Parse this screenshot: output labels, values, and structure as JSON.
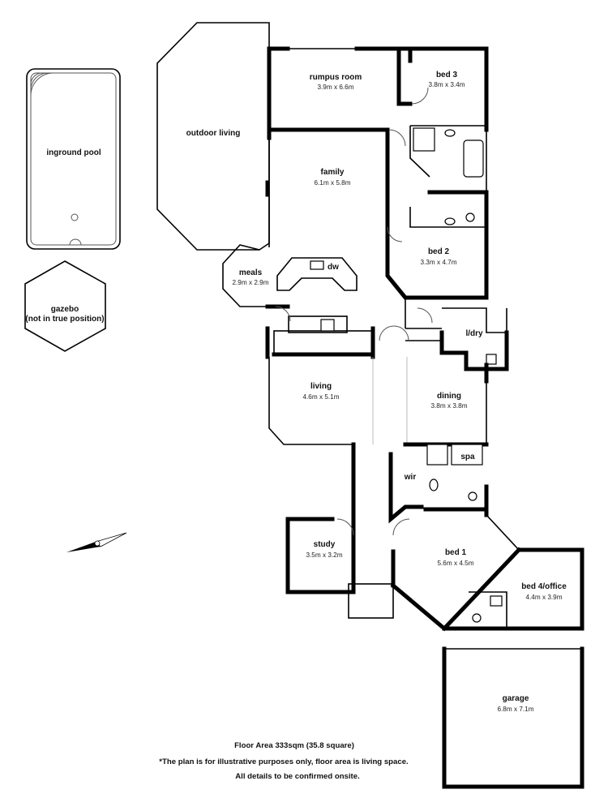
{
  "rooms": {
    "rumpus": {
      "name": "rumpus room",
      "size": "3.9m x 6.6m"
    },
    "bed3": {
      "name": "bed 3",
      "size": "3.8m x 3.4m"
    },
    "outdoor": {
      "name": "outdoor living"
    },
    "family": {
      "name": "family",
      "size": "6.1m x 5.8m"
    },
    "pool": {
      "name": "inground pool"
    },
    "bed2": {
      "name": "bed 2",
      "size": "3.3m x 4.7m"
    },
    "meals": {
      "name": "meals",
      "size": "2.9m x 2.9m"
    },
    "dw": {
      "name": "dw"
    },
    "gazebo": {
      "name": "gazebo",
      "note": "(not in true position)"
    },
    "ldry": {
      "name": "l/dry"
    },
    "living": {
      "name": "living",
      "size": "4.6m x 5.1m"
    },
    "dining": {
      "name": "dining",
      "size": "3.8m x 3.8m"
    },
    "wir": {
      "name": "wir"
    },
    "spa": {
      "name": "spa"
    },
    "study": {
      "name": "study",
      "size": "3.5m x 3.2m"
    },
    "bed1": {
      "name": "bed 1",
      "size": "5.6m x 4.5m"
    },
    "bed4": {
      "name": "bed 4/office",
      "size": "4.4m x 3.9m"
    },
    "garage": {
      "name": "garage",
      "size": "6.8m x 7.1m"
    }
  },
  "footer": {
    "area": "Floor Area 333sqm (35.8 square)",
    "disclaimer": "*The plan is for illustrative purposes only, floor area is living space.",
    "confirm": "All details to be confirmed onsite."
  },
  "icons": {
    "compass": "north-arrow-icon"
  }
}
